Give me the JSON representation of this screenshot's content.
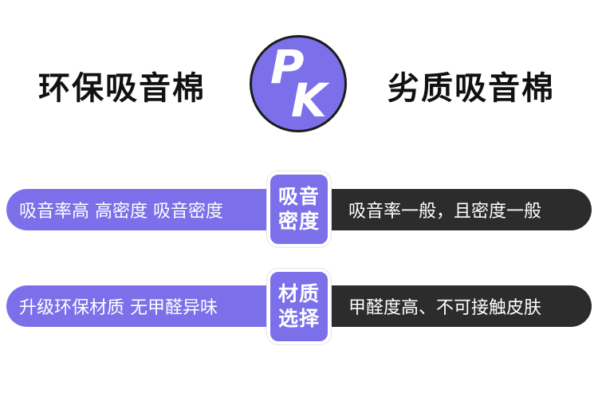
{
  "header": {
    "left_title": "环保吸音棉",
    "right_title": "劣质吸音棉",
    "vs_badge": {
      "p": "P",
      "k": "K"
    }
  },
  "rows": [
    {
      "left_text": "吸音率高 高密度 吸音密度",
      "label_line1": "吸音",
      "label_line2": "密度",
      "right_text": "吸音率一般，且密度一般"
    },
    {
      "left_text": "升级环保材质 无甲醛异味",
      "label_line1": "材质",
      "label_line2": "选择",
      "right_text": "甲醛度高、不可接触皮肤"
    }
  ],
  "colors": {
    "accent": "#7b70ea",
    "dark": "#2c2c2c",
    "title": "#111111",
    "background": "#ffffff"
  }
}
